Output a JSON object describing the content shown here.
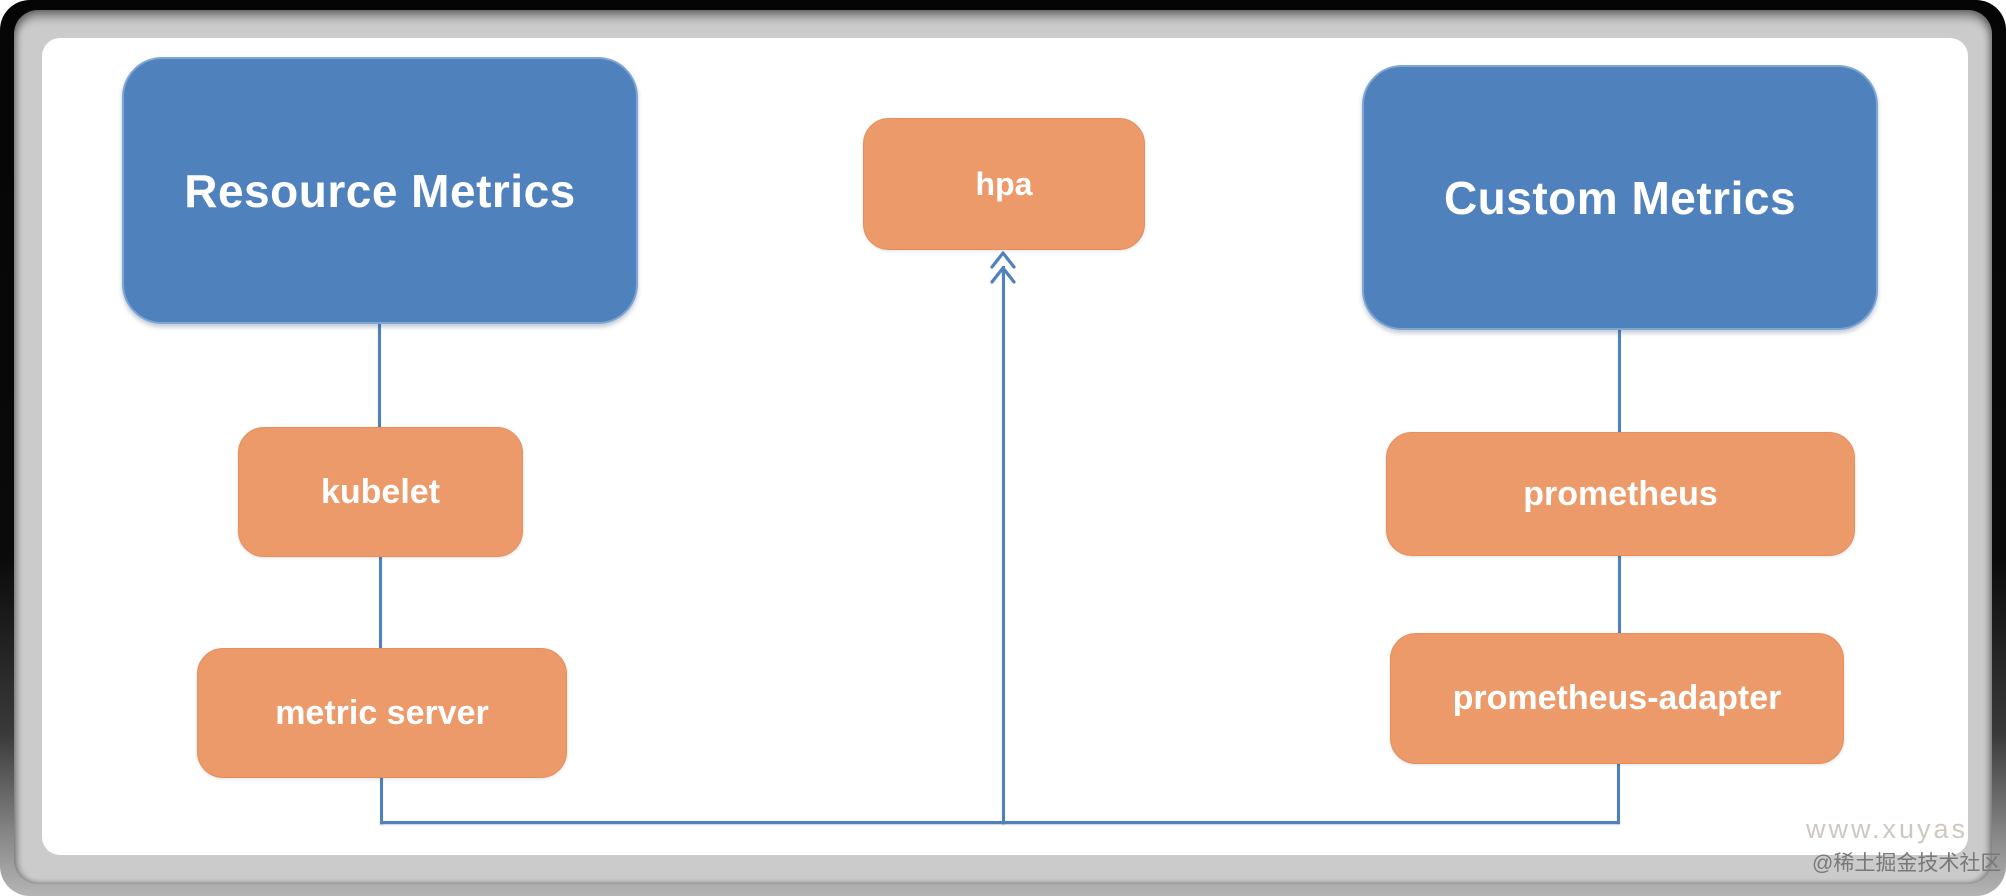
{
  "nodes": {
    "resource_metrics": {
      "label": "Resource Metrics"
    },
    "custom_metrics": {
      "label": "Custom Metrics"
    },
    "hpa": {
      "label": "hpa"
    },
    "kubelet": {
      "label": "kubelet"
    },
    "metric_server": {
      "label": "metric server"
    },
    "prometheus": {
      "label": "prometheus"
    },
    "prometheus_adapter": {
      "label": "prometheus-adapter"
    }
  },
  "edges": [
    {
      "from": "resource_metrics",
      "to": "kubelet"
    },
    {
      "from": "kubelet",
      "to": "metric_server"
    },
    {
      "from": "metric_server",
      "to": "hpa"
    },
    {
      "from": "custom_metrics",
      "to": "prometheus"
    },
    {
      "from": "prometheus",
      "to": "prometheus_adapter"
    },
    {
      "from": "prometheus_adapter",
      "to": "hpa"
    }
  ],
  "watermarks": {
    "site": "www.xuyas",
    "community": "@稀土掘金技术社区"
  },
  "colors": {
    "group_fill": "#4f81bd",
    "group_edge": "#7fa5d2",
    "node_fill": "#ec9a69",
    "node_edge": "#e68f5c",
    "connector": "#4f81bd"
  }
}
